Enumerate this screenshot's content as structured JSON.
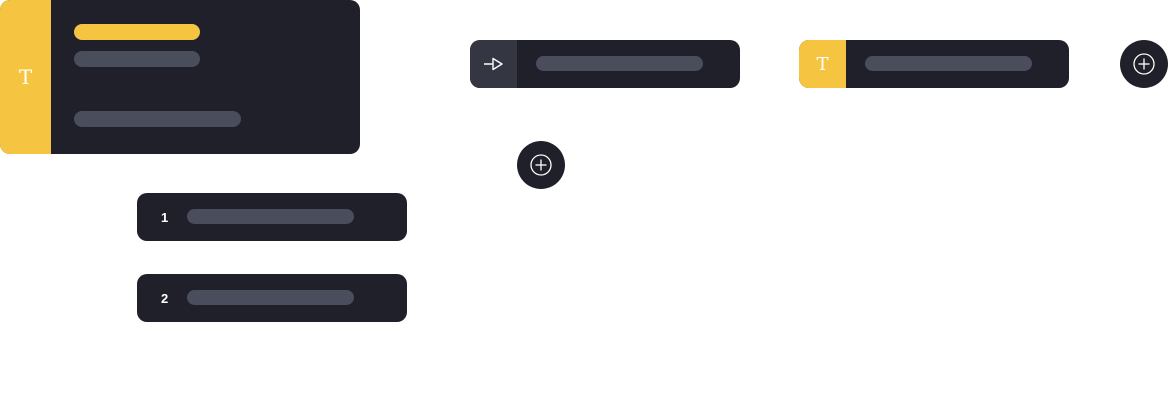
{
  "main_card": {
    "icon_letter": "T",
    "accent_color": "#f5c542"
  },
  "items": [
    {
      "number": "1"
    },
    {
      "number": "2"
    }
  ],
  "t_card": {
    "icon_letter": "T"
  },
  "icons": {
    "action": "play-arrow-icon",
    "add": "add-circle-icon"
  },
  "colors": {
    "card_bg": "#1f2029",
    "placeholder_bar": "#4a4d5c",
    "accent": "#f5c542",
    "icon_box": "#343641"
  }
}
